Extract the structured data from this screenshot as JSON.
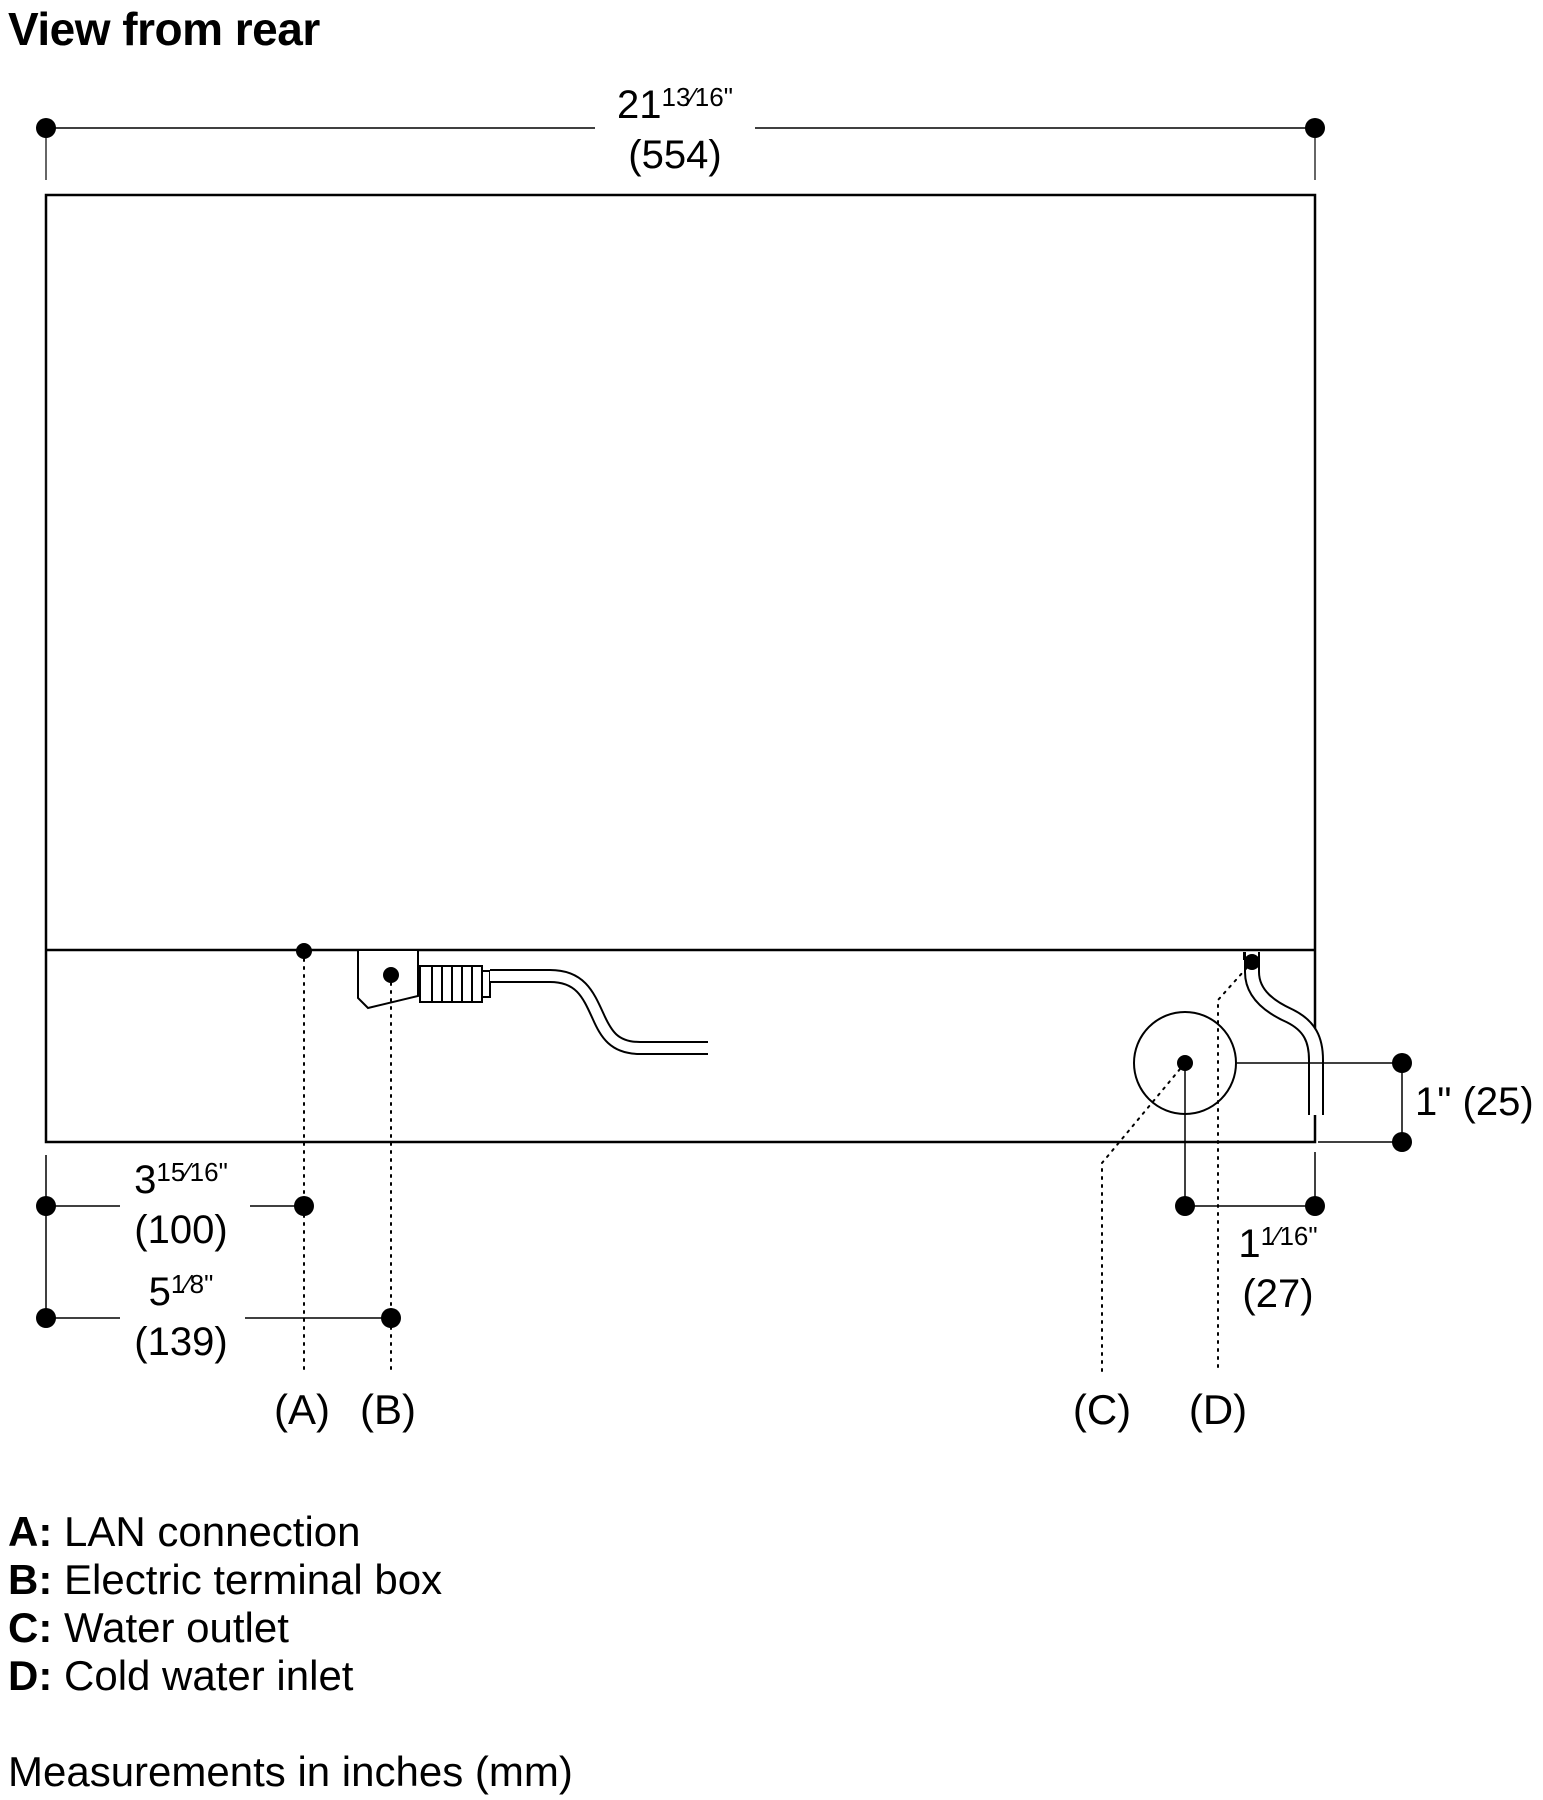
{
  "title": "View from rear",
  "dimensions": {
    "overall_width": {
      "whole": "21",
      "frac": "13⁄16",
      "unit": "\"",
      "mm": "(554)"
    },
    "a_offset": {
      "whole": "3",
      "frac": "15⁄16",
      "unit": "\"",
      "mm": "(100)"
    },
    "b_offset": {
      "whole": "5",
      "frac": "1⁄8",
      "unit": "\"",
      "mm": "(139)"
    },
    "c_height": {
      "text": "1\" (25)"
    },
    "c_offset": {
      "whole": "1",
      "frac": "1⁄16",
      "unit": "\"",
      "mm": "(27)"
    }
  },
  "callouts": {
    "a": "(A)",
    "b": "(B)",
    "c": "(C)",
    "d": "(D)"
  },
  "legend": [
    {
      "key": "A:",
      "text": "LAN connection"
    },
    {
      "key": "B:",
      "text": "Electric terminal box"
    },
    {
      "key": "C:",
      "text": "Water outlet"
    },
    {
      "key": "D:",
      "text": "Cold water inlet"
    }
  ],
  "note": "Measurements in inches (mm)"
}
